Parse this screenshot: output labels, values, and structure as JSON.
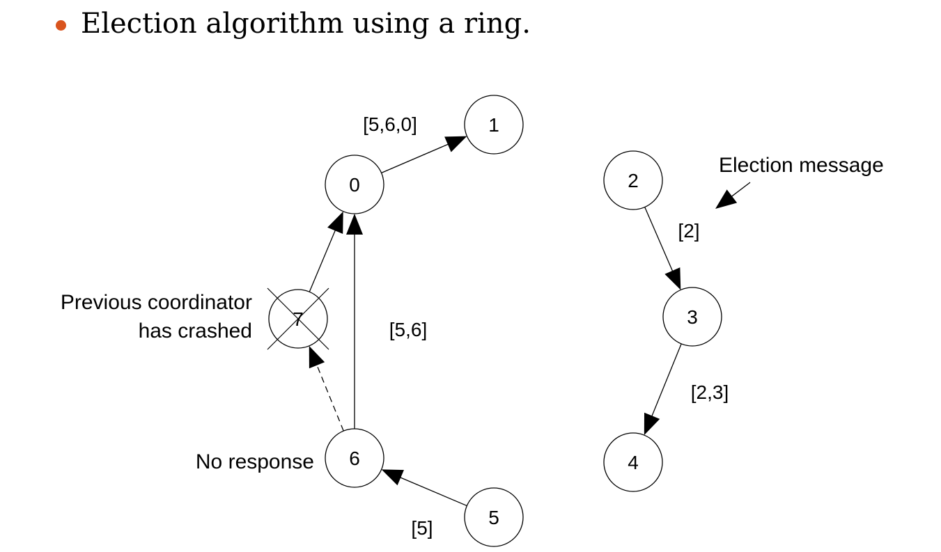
{
  "slide": {
    "bullet_text": "Election algorithm using a ring.",
    "bullet_color": "#d9541e"
  },
  "diagram": {
    "nodes": [
      {
        "id": "0",
        "label": "0",
        "crashed": false
      },
      {
        "id": "1",
        "label": "1",
        "crashed": false
      },
      {
        "id": "2",
        "label": "2",
        "crashed": false
      },
      {
        "id": "3",
        "label": "3",
        "crashed": false
      },
      {
        "id": "4",
        "label": "4",
        "crashed": false
      },
      {
        "id": "5",
        "label": "5",
        "crashed": false
      },
      {
        "id": "6",
        "label": "6",
        "crashed": false
      },
      {
        "id": "7",
        "label": "7",
        "crashed": true
      }
    ],
    "edges": [
      {
        "from": "0",
        "to": "1",
        "style": "solid"
      },
      {
        "from": "7",
        "to": "0",
        "style": "solid"
      },
      {
        "from": "6",
        "to": "0",
        "style": "solid"
      },
      {
        "from": "6",
        "to": "7",
        "style": "dashed"
      },
      {
        "from": "5",
        "to": "6",
        "style": "solid"
      },
      {
        "from": "2",
        "to": "3",
        "style": "solid"
      },
      {
        "from": "3",
        "to": "4",
        "style": "solid"
      }
    ],
    "messages": {
      "m_0_1": "[5,6,0]",
      "m_6_0": "[5,6]",
      "m_5_6": "[5]",
      "m_2_3": "[2]",
      "m_3_4": "[2,3]"
    },
    "notes": {
      "election_message": "Election message",
      "previous_coordinator_line1": "Previous coordinator",
      "previous_coordinator_line2": "has crashed",
      "no_response": "No response"
    }
  }
}
